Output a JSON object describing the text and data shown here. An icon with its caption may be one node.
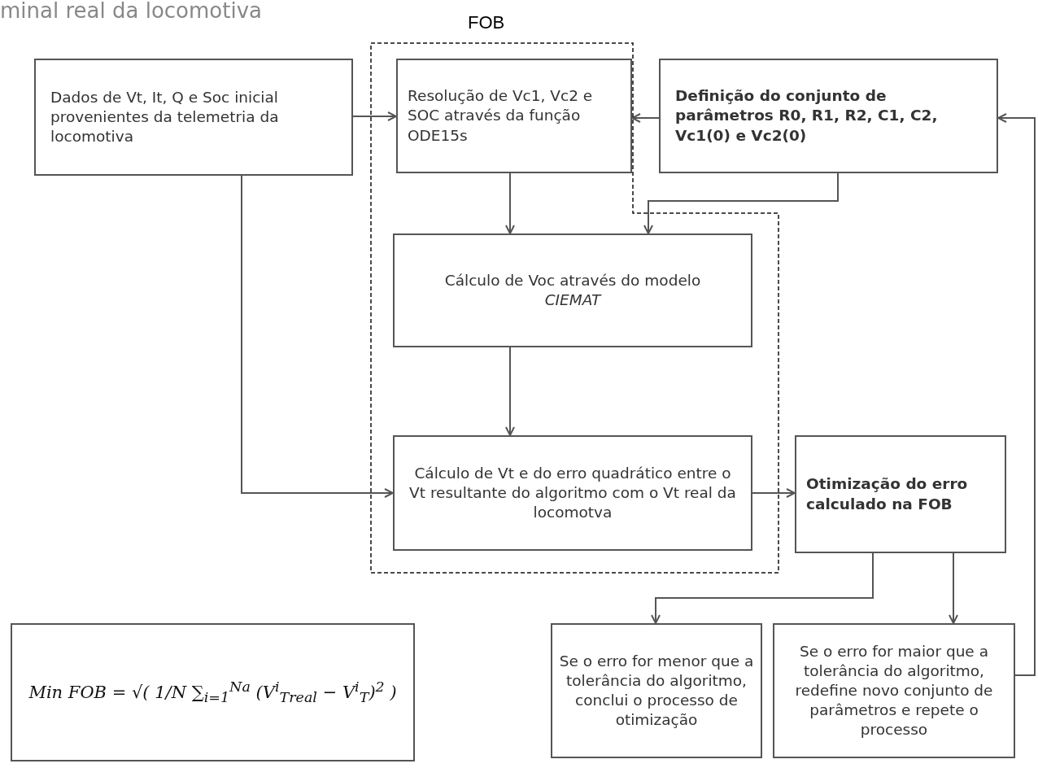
{
  "diagram": {
    "nodes": [
      {
        "text": [
          "FOB"
        ]
      },
      {
        "text": [
          "Dados de Vt, It, Q e Soc inicial provenientes da telemetria da locomotiva"
        ]
      },
      {
        "text": [
          "Resolução de Vc1, Vc2 e SOC através da função ODE15s"
        ],
        "in": 0
      },
      {
        "text": [
          "Definição do conjunto de parâmetros R0, R1, R2, C1, C2, Vc1(0) e Vc2(0)"
        ]
      },
      {
        "text": [
          "Cálculo de Voc através do modelo *CIEMAT*"
        ],
        "in": 0
      },
      {
        "text": [
          "Cálculo de Vt e do erro quadrático entre o Vt resultante do algoritmo com o Vt real da locomotva"
        ],
        "in": 0
      },
      {
        "text": [
          "Otimização do erro calculado na FOB"
        ]
      },
      {
        "text": [
          "Se o erro for menor que a tolerância do algoritmo, conclui o processo de otimização"
        ]
      },
      {
        "text": [
          "Se o erro  for maior que a tolerância do algoritmo, redefine novo conjunto de parâmetros e repete o processo"
        ]
      },
      {
        "text": [
          "Min FOB = √( 1/N ∑$_{i=1}$$^{Na}$ (V$^{i}$$_{Treal}$ − V$^{i}$$_{T}$)$^{2}$ )"
        ]
      }
    ],
    "edges": [
      {
        "from": 1,
        "to": 2,
        "arrow": "to"
      },
      {
        "from": 3,
        "to": 2,
        "arrow": "to"
      },
      {
        "from": 2,
        "to": 4,
        "arrow": "to"
      },
      {
        "from": 3,
        "to": 4,
        "arrow": "to"
      },
      {
        "from": 4,
        "to": 5,
        "arrow": "to"
      },
      {
        "from": 1,
        "to": 5,
        "arrow": "to"
      },
      {
        "from": 5,
        "to": 6,
        "arrow": "to"
      },
      {
        "from": 6,
        "to": 7,
        "arrow": "to"
      },
      {
        "from": 6,
        "to": 8,
        "arrow": "to"
      },
      {
        "from": 8,
        "to": 3,
        "arrow": "to"
      }
    ],
    "labels": [
      "minal real da locomotiva"
    ]
  }
}
